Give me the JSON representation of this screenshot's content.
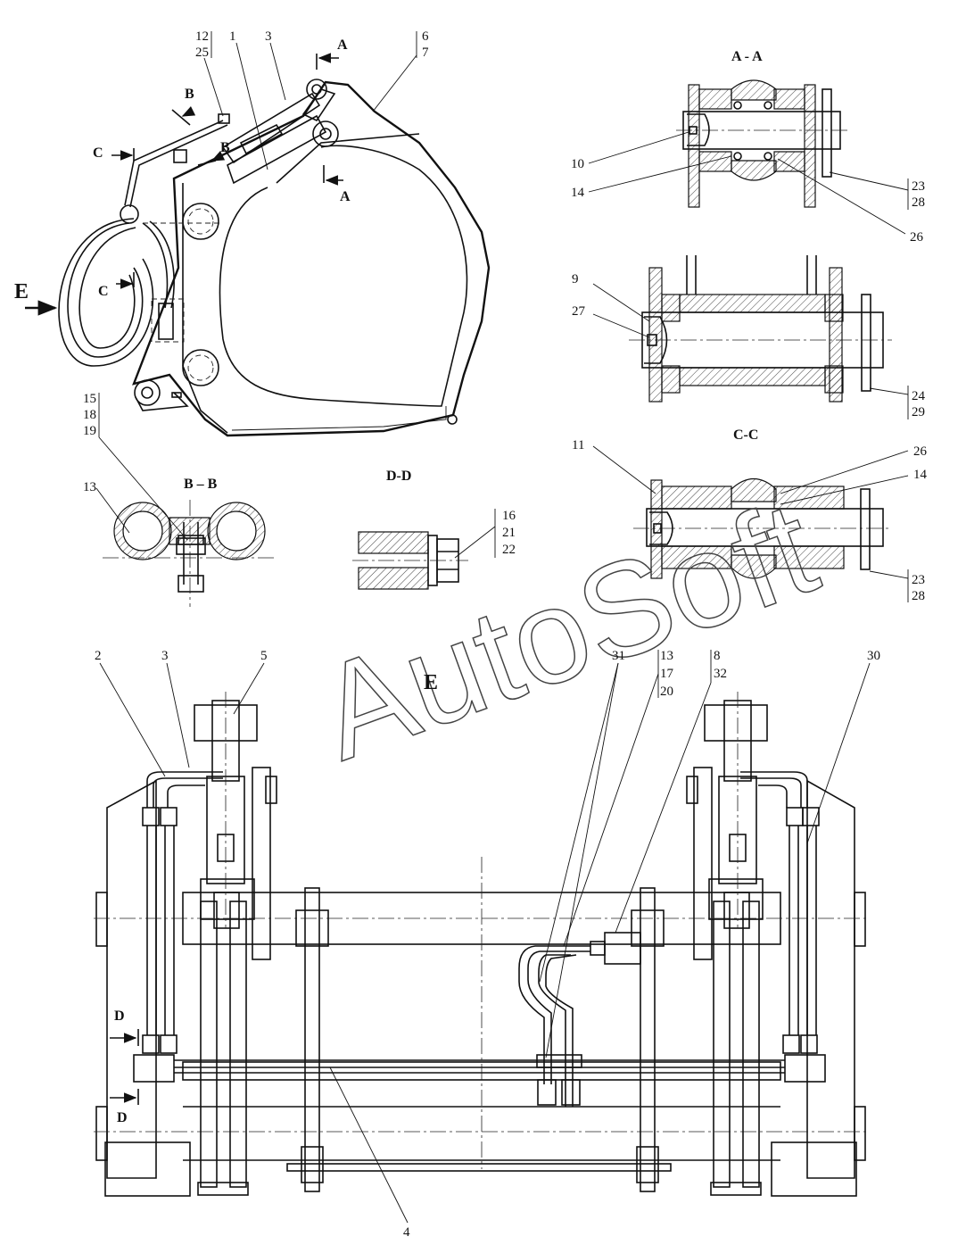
{
  "watermark": "AutoSoft",
  "views": {
    "side": {
      "arrow_label": "E"
    },
    "section_aa": {
      "title": "A - A"
    },
    "section_bb": {
      "title": "B – B"
    },
    "section_cc": {
      "title": "C-C"
    },
    "section_dd": {
      "title": "D-D"
    },
    "view_e": {
      "title": "E"
    }
  },
  "cut_marks": {
    "a": "A",
    "b": "B",
    "c": "C",
    "d": "D"
  },
  "callouts": {
    "c1": "1",
    "c2": "2",
    "c3": "3",
    "c4": "4",
    "c5": "5",
    "c6": "6",
    "c7": "7",
    "c8": "8",
    "c9": "9",
    "c10": "10",
    "c11": "11",
    "c12": "12",
    "c13": "13",
    "c14": "14",
    "c15": "15",
    "c16": "16",
    "c17": "17",
    "c18": "18",
    "c19": "19",
    "c20": "20",
    "c21": "21",
    "c22": "22",
    "c23": "23",
    "c24": "24",
    "c25": "25",
    "c26": "26",
    "c27": "27",
    "c28": "28",
    "c29": "29",
    "c30": "30",
    "c31": "31",
    "c32": "32"
  }
}
